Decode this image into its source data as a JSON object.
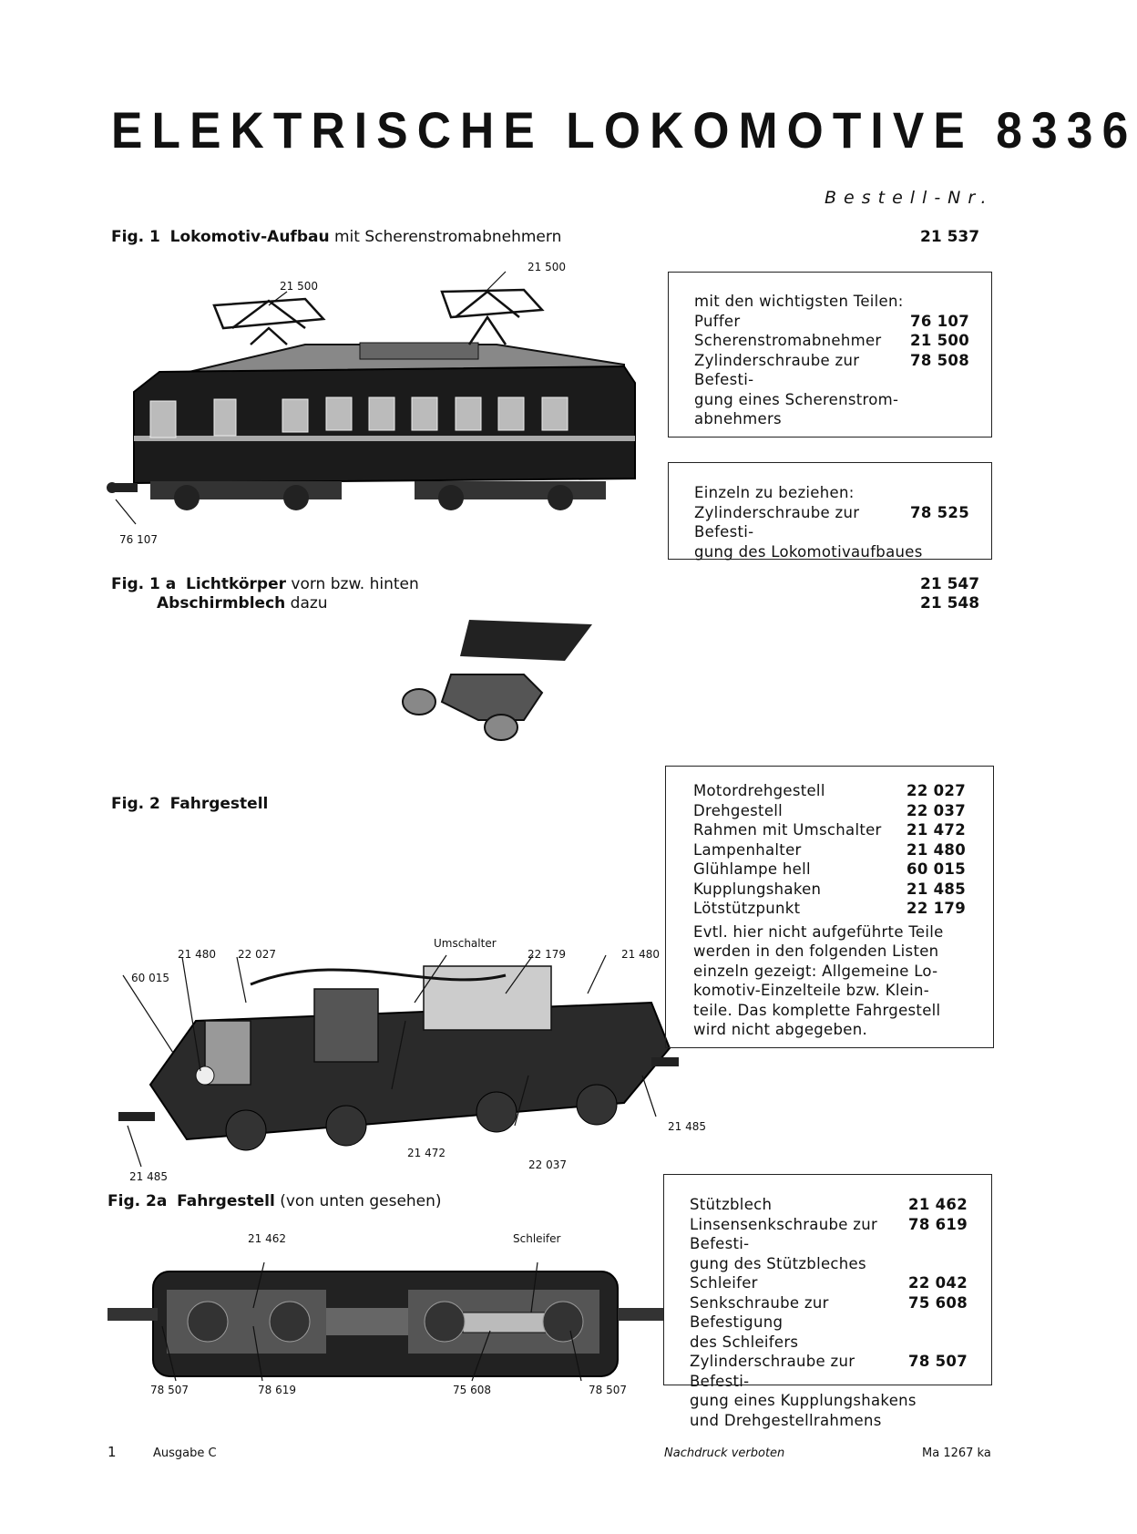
{
  "header": {
    "title": "ELEKTRISCHE LOKOMOTIVE 8336",
    "bestell": "Bestell-Nr."
  },
  "fig1": {
    "fig": "Fig. 1",
    "name": "Lokomotiv-Aufbau",
    "desc": "mit Scherenstromabnehmern",
    "number": "21 537",
    "labels": [
      "21 500",
      "21 500",
      "76 107"
    ],
    "box1": {
      "intro": "mit den wichtigsten Teilen:",
      "rows": [
        {
          "label": "Puffer",
          "value": "76 107"
        },
        {
          "label": "Scherenstromabnehmer",
          "value": "21 500"
        },
        {
          "label": "Zylinderschraube zur Befesti-",
          "value": "78 508"
        },
        {
          "label": "gung eines Scherenstrom-",
          "value": ""
        },
        {
          "label": "abnehmers",
          "value": ""
        }
      ]
    },
    "box2": {
      "intro": "Einzeln zu beziehen:",
      "rows": [
        {
          "label": "Zylinderschraube zur Befesti-",
          "value": "78 525"
        },
        {
          "label": "gung des Lokomotivaufbaues",
          "value": ""
        }
      ]
    }
  },
  "fig1a": {
    "fig": "Fig. 1 a",
    "name": "Lichtkörper",
    "desc": "vorn bzw. hinten",
    "name2": "Abschirmblech",
    "desc2": "dazu",
    "number": "21 547",
    "number2": "21 548"
  },
  "fig2": {
    "fig": "Fig. 2",
    "name": "Fahrgestell",
    "labels": [
      "21 480",
      "22 027",
      "60 015",
      "Umschalter",
      "22 179",
      "21 480",
      "21 485",
      "21 472",
      "22 037",
      "21 485"
    ],
    "rows": [
      {
        "label": "Motordrehgestell",
        "value": "22 027"
      },
      {
        "label": "Drehgestell",
        "value": "22 037"
      },
      {
        "label": "Rahmen mit Umschalter",
        "value": "21 472"
      },
      {
        "label": "Lampenhalter",
        "value": "21 480"
      },
      {
        "label": "Glühlampe hell",
        "value": "60 015"
      },
      {
        "label": "Kupplungshaken",
        "value": "21 485"
      },
      {
        "label": "Lötstützpunkt",
        "value": "22 179"
      }
    ],
    "note_lines": [
      "Evtl. hier nicht aufgeführte Teile",
      "werden in den folgenden Listen",
      "einzeln gezeigt: Allgemeine Lo-",
      "komotiv-Einzelteile bzw. Klein-",
      "teile. Das komplette Fahrgestell",
      "wird nicht abgegeben."
    ]
  },
  "fig2a": {
    "fig": "Fig. 2a",
    "name": "Fahrgestell",
    "desc": "(von unten gesehen)",
    "labels": [
      "21 462",
      "Schleifer",
      "78 507",
      "78 619",
      "75 608",
      "78 507"
    ],
    "rows": [
      {
        "label": "Stützblech",
        "value": "21 462"
      },
      {
        "label": "Linsensenkschraube zur Befesti-",
        "value": "78 619"
      },
      {
        "label": "gung des Stützbleches",
        "value": ""
      },
      {
        "label": "Schleifer",
        "value": "22 042"
      },
      {
        "label": "Senkschraube zur Befestigung",
        "value": "75 608"
      },
      {
        "label": "des Schleifers",
        "value": ""
      },
      {
        "label": "Zylinderschraube zur Befesti-",
        "value": "78 507"
      },
      {
        "label": "gung eines Kupplungshakens",
        "value": ""
      },
      {
        "label": "und Drehgestellrahmens",
        "value": ""
      }
    ]
  },
  "footer": {
    "page": "1",
    "edition": "Ausgabe C",
    "notice": "Nachdruck verboten",
    "code": "Ma 1267 ka"
  }
}
